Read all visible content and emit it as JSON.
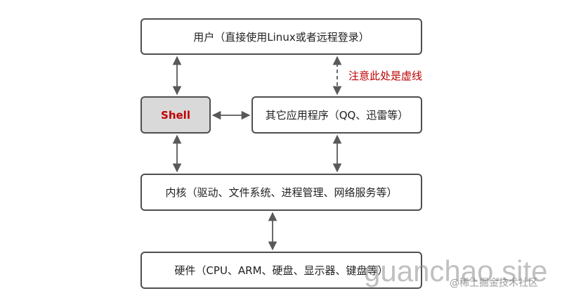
{
  "nodes": {
    "user": "用户（直接使用Linux或者远程登录）",
    "shell": "Shell",
    "apps": "其它应用程序（QQ、迅雷等）",
    "kernel": "内核（驱动、文件系统、进程管理、网络服务等）",
    "hardware": "硬件（CPU、ARM、硬盘、显示器、键盘等）"
  },
  "note": "注意此处是虚线",
  "colors": {
    "border": "#4f4f4f",
    "shell_fill": "#d9d9d9",
    "accent_red": "#c00000",
    "arrow": "#595959"
  },
  "watermark": {
    "main": "guanchao.site",
    "sub": "@稀土掘金技术社区"
  }
}
